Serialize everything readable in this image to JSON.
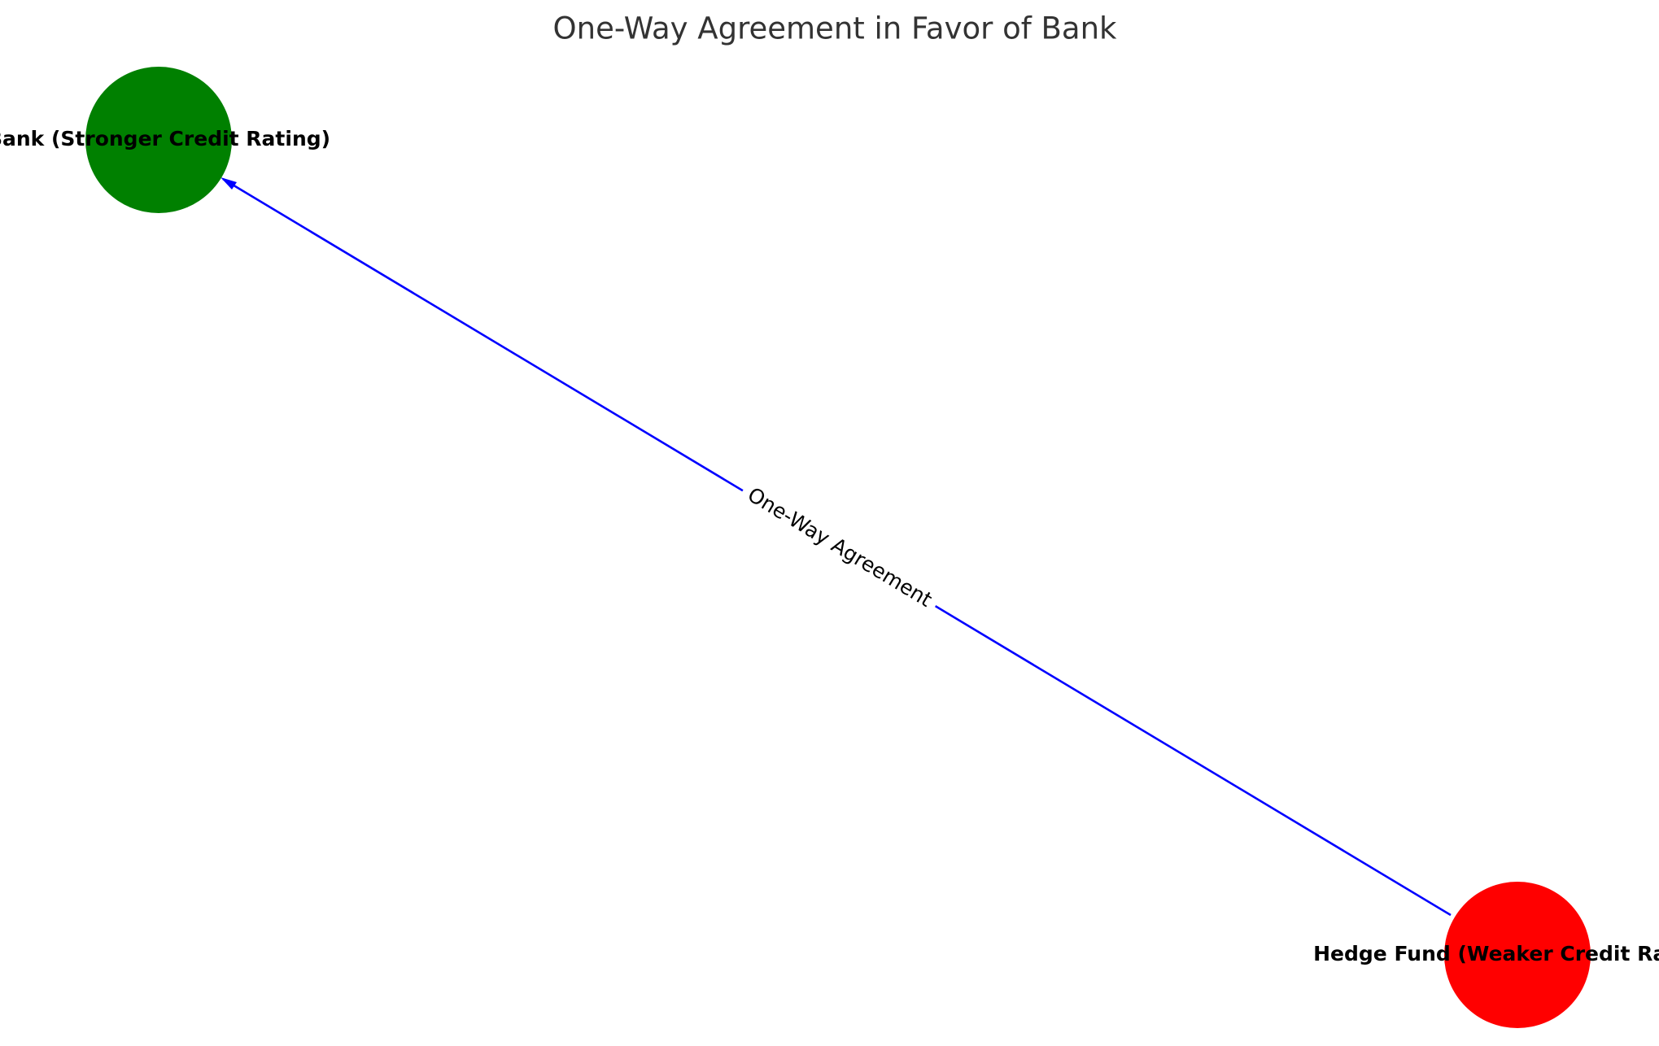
{
  "diagram": {
    "title": "One-Way Agreement in Favor of Bank",
    "nodes": {
      "bank": {
        "label": "Bank (Stronger Credit Rating)",
        "color": "#008000"
      },
      "hedge_fund": {
        "label": "Hedge Fund (Weaker Credit Rating)",
        "color": "#ff0000"
      }
    },
    "edge": {
      "from": "hedge_fund",
      "to": "bank",
      "label": "One-Way Agreement",
      "color": "#0000ff",
      "directed": true
    }
  }
}
